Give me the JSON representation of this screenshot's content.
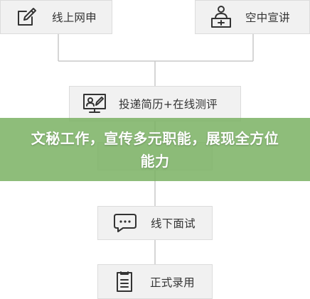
{
  "flow": {
    "online_apply": {
      "label": "线上网申",
      "icon": "edit-icon"
    },
    "campus_seminar": {
      "label": "空中宣讲",
      "icon": "presenter-icon"
    },
    "resume_test": {
      "label": "投递简历+在线测评",
      "icon": "monitor-icon"
    },
    "offline_interview": {
      "label": "线下面试",
      "icon": "chat-bubble-icon"
    },
    "formal_hire": {
      "label": "正式录用",
      "icon": "document-icon"
    }
  },
  "banner": {
    "title": "文秘工作，宣传多元职能，展现全方位能力"
  },
  "colors": {
    "box_fill": "#f1f1f1",
    "box_border": "#dcdcdc",
    "connector": "#c8c8c8",
    "icon_stroke": "#333333",
    "banner_green": "#78b060",
    "banner_text": "#ffffff"
  }
}
